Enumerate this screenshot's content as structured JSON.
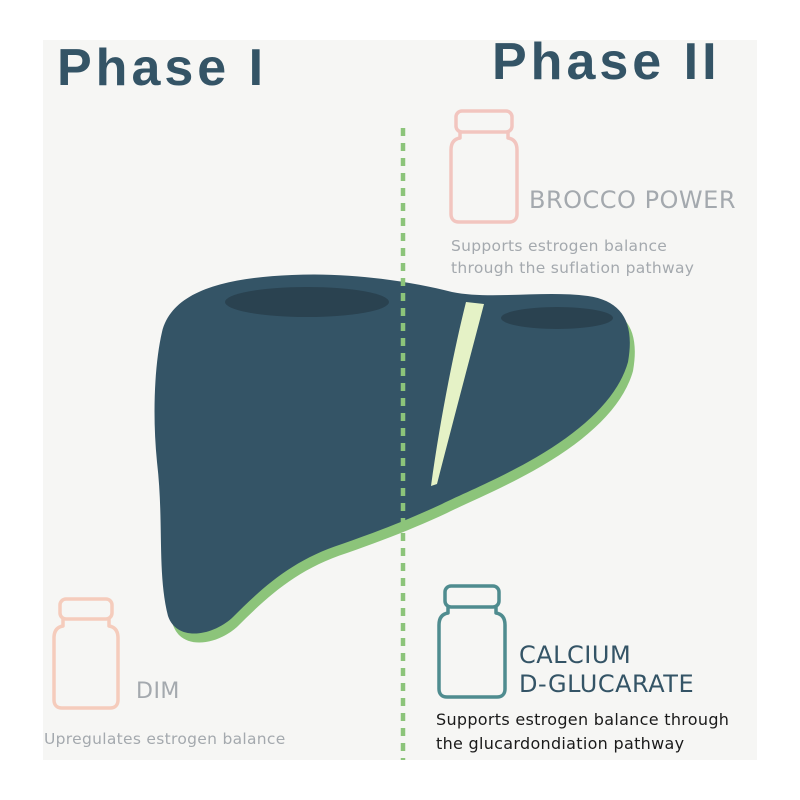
{
  "colors": {
    "liver": "#345466",
    "liver_shadow": "#8cc47a",
    "gallbladder": "#e5f2c6",
    "liver_depression": "#2a4250",
    "divider": "#8cc47a",
    "title": "#345466",
    "faded_icon": "#f2c5bf",
    "dim_icon": "#f5ccbc",
    "active_icon": "#4f8c8f",
    "faded_text": "#a4a9ae",
    "active_name": "#345466",
    "active_desc": "#1a1a1a"
  },
  "phases": {
    "phase1_title": "Phase I",
    "phase2_title": "Phase II"
  },
  "products": {
    "brocco": {
      "icon": "supplement-bottle-icon",
      "name": "BROCCO POWER",
      "desc_lines": [
        "Supports estrogen balance",
        "through the suflation pathway"
      ]
    },
    "dim": {
      "icon": "supplement-bottle-icon",
      "name": "DIM",
      "desc_lines": [
        "Upregulates estrogen balance"
      ]
    },
    "calcium": {
      "icon": "supplement-bottle-icon",
      "name_lines": [
        "CALCIUM",
        "D-GLUCARATE"
      ],
      "desc_lines": [
        "Supports estrogen balance through",
        "the glucardondiation pathway"
      ]
    }
  }
}
